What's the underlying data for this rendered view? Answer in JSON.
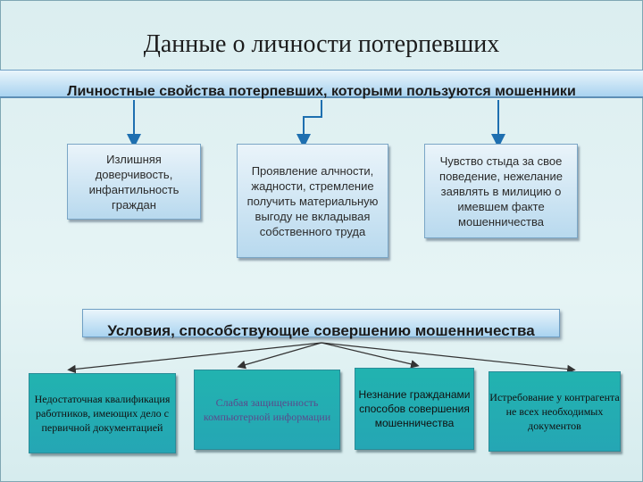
{
  "title": "Данные о личности потерпевших",
  "properties": {
    "header": "Личностные свойства потерпевших, которыми пользуются мошенники",
    "items": [
      "Излишняя доверчивость, инфантильность граждан",
      "Проявление алчности, жадности, стремление получить материальную выгоду не вкладывая собственного труда",
      "Чувство стыда за свое поведение, нежелание заявлять в милицию о имевшем факте мошенничества"
    ]
  },
  "conditions": {
    "header": "Условия, способствующие совершению мошенничества",
    "items": [
      "Недостаточная квалификация работников, имеющих дело с первичной документацией",
      "Слабая защищенность компьютерной информации",
      "Незнание гражданами способов совершения мошенничества",
      "Истребование у контрагента не всех необходимых документов"
    ]
  },
  "colors": {
    "accent_blue": "#1e6fb0",
    "teal_box": "#22b3b0"
  }
}
